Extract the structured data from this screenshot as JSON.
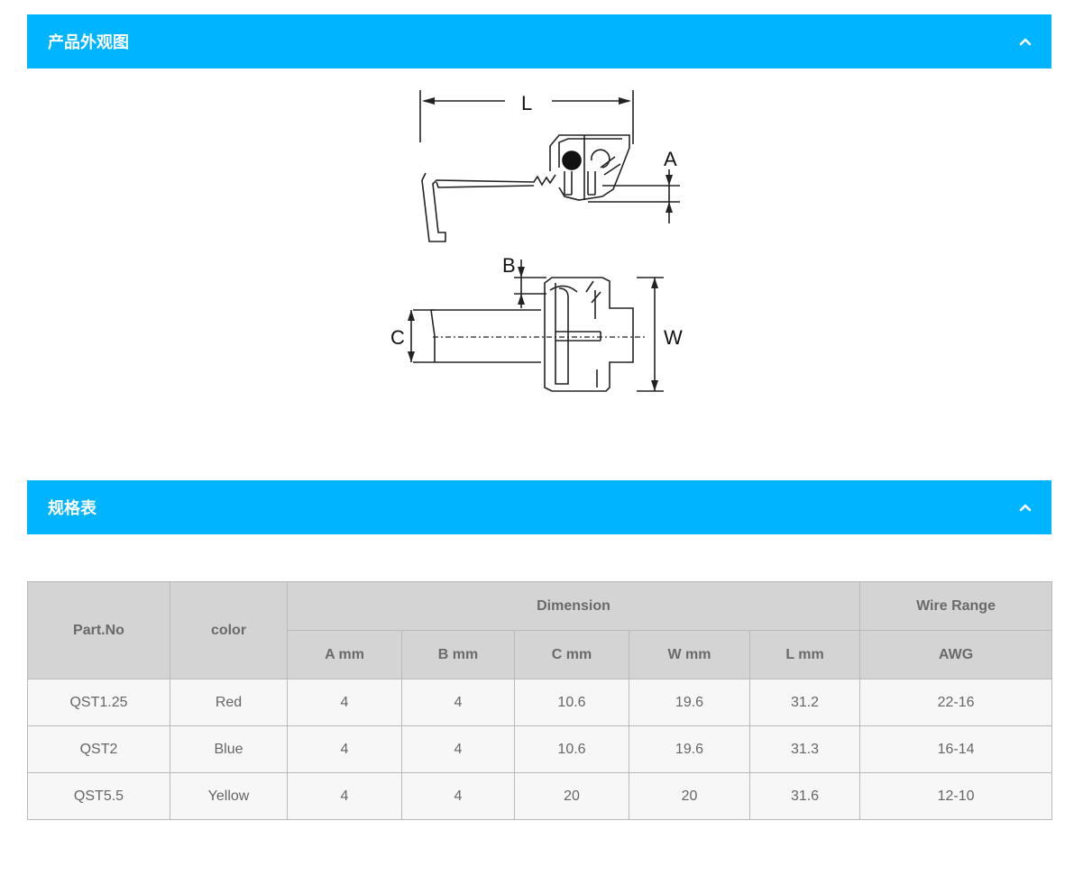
{
  "section1": {
    "title": "产品外观图",
    "toggle_icon": "chevron-up-icon"
  },
  "diagram": {
    "labels": {
      "L": "L",
      "A": "A",
      "B": "B",
      "C": "C",
      "W": "W"
    }
  },
  "section2": {
    "title": "规格表",
    "toggle_icon": "chevron-up-icon"
  },
  "colors": {
    "accent": "#00b4ff",
    "header_bg": "#d4d4d4",
    "row_bg": "#f7f7f7"
  },
  "table": {
    "headers": {
      "part_no": "Part.No",
      "color": "color",
      "dimension": "Dimension",
      "wire_range": "Wire Range",
      "a": "A mm",
      "b": "B mm",
      "c": "C mm",
      "w": "W mm",
      "l": "L mm",
      "awg": "AWG"
    },
    "rows": [
      [
        "QST1.25",
        "Red",
        "4",
        "4",
        "10.6",
        "19.6",
        "31.2",
        "22-16"
      ],
      [
        "QST2",
        "Blue",
        "4",
        "4",
        "10.6",
        "19.6",
        "31.3",
        "16-14"
      ],
      [
        "QST5.5",
        "Yellow",
        "4",
        "4",
        "20",
        "20",
        "31.6",
        "12-10"
      ]
    ]
  }
}
